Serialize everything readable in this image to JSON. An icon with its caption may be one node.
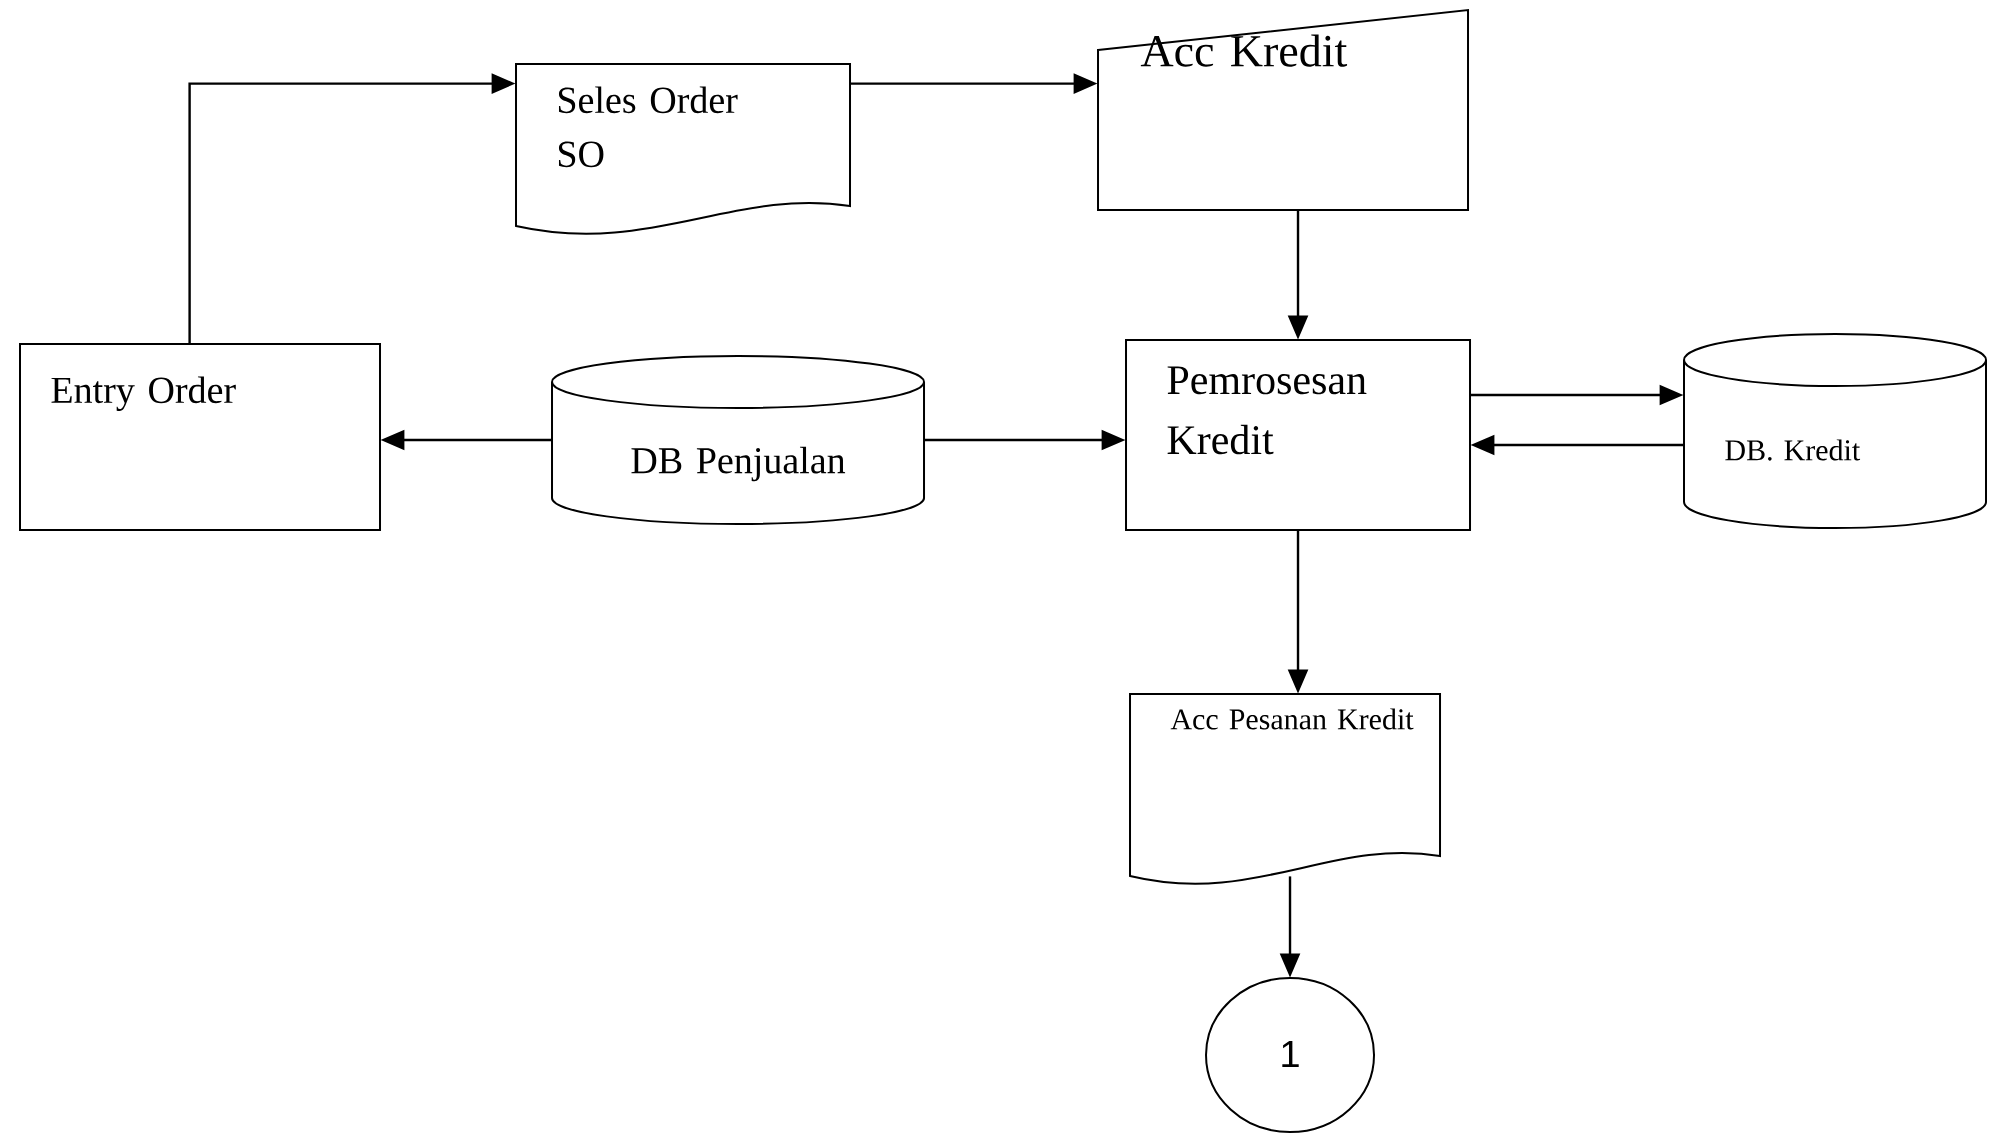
{
  "diagram": {
    "nodes": [
      {
        "text": [
          "Entry Order"
        ]
      },
      {
        "text": [
          "Seles Order SO"
        ]
      },
      {
        "text": [
          "Acc Kredit"
        ]
      },
      {
        "text": [
          "DB Penjualan"
        ]
      },
      {
        "text": [
          "Pemrosesan Kredit"
        ]
      },
      {
        "text": [
          "DB. Kredit"
        ]
      },
      {
        "text": [
          "Acc Pesanan Kredit"
        ]
      },
      {
        "text": [
          "1"
        ]
      }
    ],
    "edges": [
      {
        "from": 0,
        "to": 1,
        "arrow": "to"
      },
      {
        "from": 1,
        "to": 2,
        "arrow": "to"
      },
      {
        "from": 2,
        "to": 4,
        "arrow": "to"
      },
      {
        "from": 3,
        "to": 0,
        "arrow": "to"
      },
      {
        "from": 3,
        "to": 4,
        "arrow": "to"
      },
      {
        "from": 4,
        "to": 5,
        "arrow": "to"
      },
      {
        "from": 5,
        "to": 4,
        "arrow": "to"
      },
      {
        "from": 4,
        "to": 6,
        "arrow": "to"
      },
      {
        "from": 6,
        "to": 7,
        "arrow": "to"
      }
    ]
  }
}
